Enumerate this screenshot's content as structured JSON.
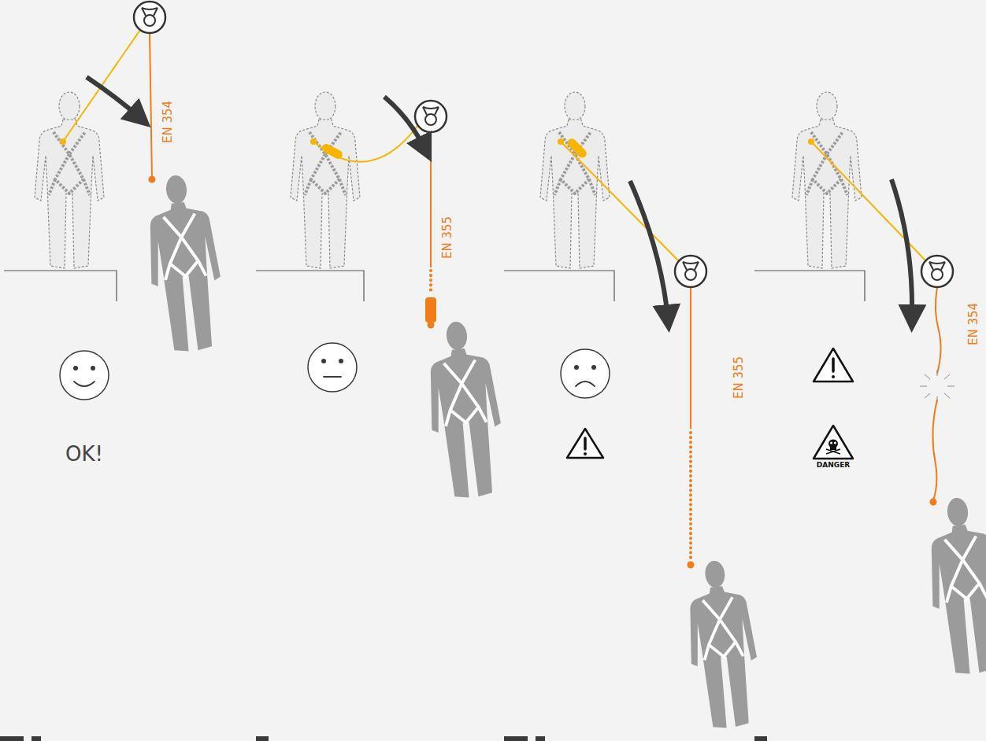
{
  "diagram": {
    "labels": [
      "EN 354",
      "OK!",
      "EN 355",
      "EN 355",
      "EN 354",
      "DANGER"
    ]
  }
}
